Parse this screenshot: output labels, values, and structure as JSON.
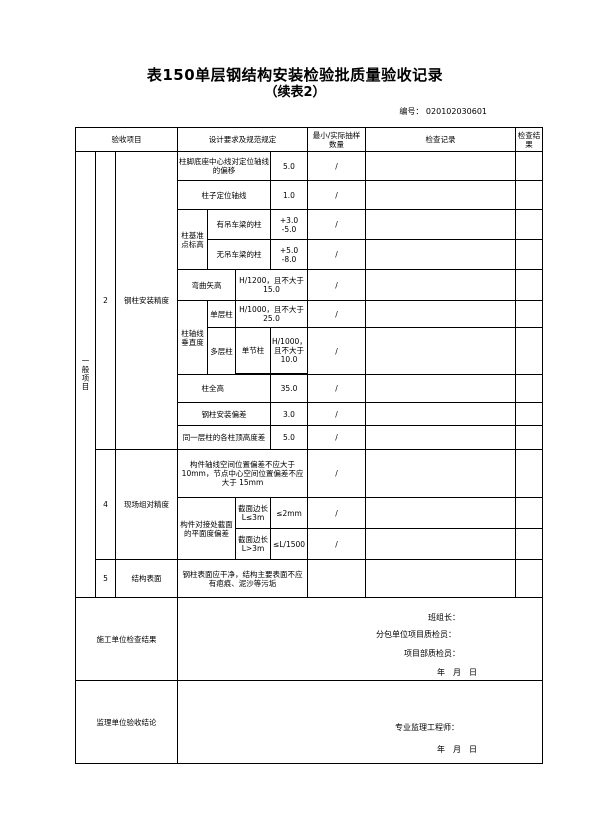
{
  "title": "表150单层钢结构安装检验批质量验收记录",
  "subtitle": "（续表2）",
  "code_label": "编号：",
  "code_value": "020102030601",
  "header": {
    "item": "验收项目",
    "design": "设计要求及规范规定",
    "sample": "最小/实际抽样数量",
    "record": "检查记录",
    "result": "检查结果"
  },
  "category": "一般项目",
  "group2": {
    "no": "2",
    "name": "钢柱安装精度"
  },
  "rows": {
    "base_offset": {
      "label": "柱脚底座中心线对定位轴线的偏移",
      "value": "5.0",
      "sample": "/"
    },
    "col_axis": {
      "label": "柱子定位轴线",
      "value": "1.0",
      "sample": "/"
    },
    "base_elev_label": "柱基准点标高",
    "with_crane": {
      "label": "有吊车梁的柱",
      "value": "+3.0 -5.0",
      "sample": "/"
    },
    "no_crane": {
      "label": "无吊车梁的柱",
      "value": "+5.0 -8.0",
      "sample": "/"
    },
    "bend": {
      "label": "弯曲矢高",
      "value": "H/1200，且不大于15.0",
      "sample": "/"
    },
    "vert_label": "柱轴线垂直度",
    "single": {
      "label": "单层柱",
      "value": "H/1000，且不大于25.0",
      "sample": "/"
    },
    "multi_label": "多层柱",
    "section": {
      "label": "单节柱",
      "value": "H/1000，且不大于10.0",
      "sample": "/"
    },
    "full_height": {
      "label": "柱全高",
      "value": "35.0",
      "sample": "/"
    },
    "install_dev": {
      "label": "钢柱安装偏差",
      "value": "3.0",
      "sample": "/"
    },
    "top_diff": {
      "label": "同一层柱的各柱顶高度差",
      "value": "5.0",
      "sample": "/"
    }
  },
  "group4": {
    "no": "4",
    "name": "现场组对精度",
    "spatial": {
      "label": "构件轴线空间位置偏差不应大于10mm，节点中心空间位置偏差不应大于 15mm",
      "sample": "/"
    },
    "joint_label": "构件对接处截面的平面度偏差",
    "small": {
      "label": "截面边长L≤3m",
      "value": "≤2mm",
      "sample": "/"
    },
    "large": {
      "label": "截面边长L>3m",
      "value": "≤L/1500",
      "sample": "/"
    }
  },
  "group5": {
    "no": "5",
    "name": "结构表面",
    "text": "钢柱表面应干净，结构主要表面不应有疤痕、泥沙等污垢"
  },
  "construction": {
    "label": "施工单位检查结果",
    "leader": "班组长：",
    "sub_inspector": "分包单位项目质检员：",
    "dept_inspector": "项目部质检员：",
    "date": "年　月　日"
  },
  "supervision": {
    "label": "监理单位验收结论",
    "engineer": "专业监理工程师：",
    "date": "年　月　日"
  }
}
